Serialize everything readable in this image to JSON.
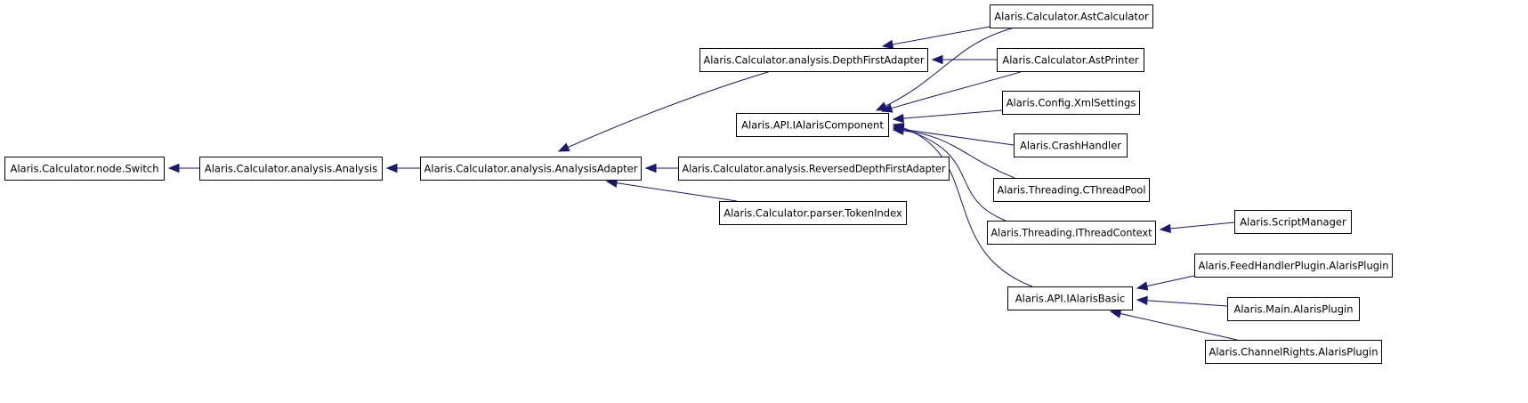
{
  "diagram": {
    "colors": {
      "edge": "#191970",
      "node_border": "#000000",
      "node_fill": "#ffffff",
      "background": "#ffffff"
    },
    "nodes": {
      "switch": "Alaris.Calculator.node.Switch",
      "analysis": "Alaris.Calculator.analysis.Analysis",
      "analysis_adapter": "Alaris.Calculator.analysis.AnalysisAdapter",
      "depth_first_adapter": "Alaris.Calculator.analysis.DepthFirstAdapter",
      "reversed_depth_first_adapter": "Alaris.Calculator.analysis.ReversedDepthFirstAdapter",
      "token_index": "Alaris.Calculator.parser.TokenIndex",
      "ialaris_component": "Alaris.API.IAlarisComponent",
      "ast_calculator": "Alaris.Calculator.AstCalculator",
      "ast_printer": "Alaris.Calculator.AstPrinter",
      "xml_settings": "Alaris.Config.XmlSettings",
      "crash_handler": "Alaris.CrashHandler",
      "cthread_pool": "Alaris.Threading.CThreadPool",
      "ithread_context": "Alaris.Threading.IThreadContext",
      "script_manager": "Alaris.ScriptManager",
      "ialaris_basic": "Alaris.API.IAlarisBasic",
      "feed_handler_plugin": "Alaris.FeedHandlerPlugin.AlarisPlugin",
      "main_plugin": "Alaris.Main.AlarisPlugin",
      "channel_rights_plugin": "Alaris.ChannelRights.AlarisPlugin"
    },
    "edges": [
      {
        "from": "analysis",
        "to": "switch"
      },
      {
        "from": "analysis_adapter",
        "to": "analysis"
      },
      {
        "from": "depth_first_adapter",
        "to": "analysis_adapter"
      },
      {
        "from": "reversed_depth_first_adapter",
        "to": "analysis_adapter"
      },
      {
        "from": "token_index",
        "to": "analysis_adapter"
      },
      {
        "from": "ast_calculator",
        "to": "depth_first_adapter"
      },
      {
        "from": "ast_printer",
        "to": "depth_first_adapter"
      },
      {
        "from": "ast_calculator",
        "to": "ialaris_component"
      },
      {
        "from": "ast_printer",
        "to": "ialaris_component"
      },
      {
        "from": "xml_settings",
        "to": "ialaris_component"
      },
      {
        "from": "crash_handler",
        "to": "ialaris_component"
      },
      {
        "from": "cthread_pool",
        "to": "ialaris_component"
      },
      {
        "from": "ithread_context",
        "to": "ialaris_component"
      },
      {
        "from": "ialaris_basic",
        "to": "ialaris_component"
      },
      {
        "from": "script_manager",
        "to": "ithread_context"
      },
      {
        "from": "feed_handler_plugin",
        "to": "ialaris_basic"
      },
      {
        "from": "main_plugin",
        "to": "ialaris_basic"
      },
      {
        "from": "channel_rights_plugin",
        "to": "ialaris_basic"
      }
    ]
  }
}
